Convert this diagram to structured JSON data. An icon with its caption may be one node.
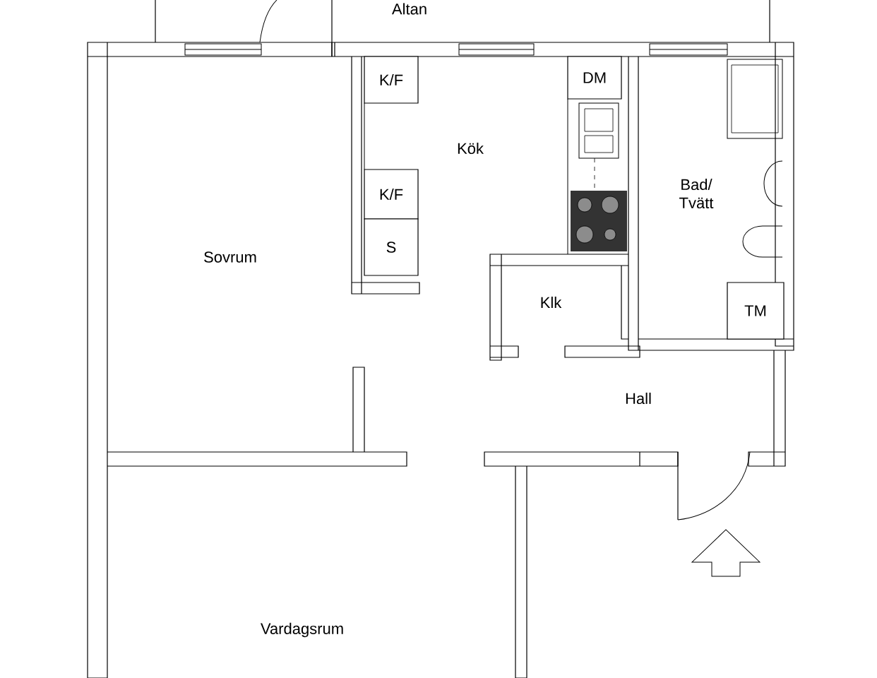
{
  "diagram": {
    "nodes": [
      {
        "text": [
          "K/F"
        ]
      },
      {
        "text": [
          "K/F"
        ]
      },
      {
        "text": [
          "S"
        ]
      },
      {
        "text": [
          "DM"
        ]
      },
      {
        "text": [
          "TM"
        ]
      }
    ],
    "labels": [
      "Altan",
      "Kök",
      "Bad/ Tvätt",
      "Sovrum",
      "Klk",
      "Hall",
      "Vardagsrum"
    ]
  }
}
